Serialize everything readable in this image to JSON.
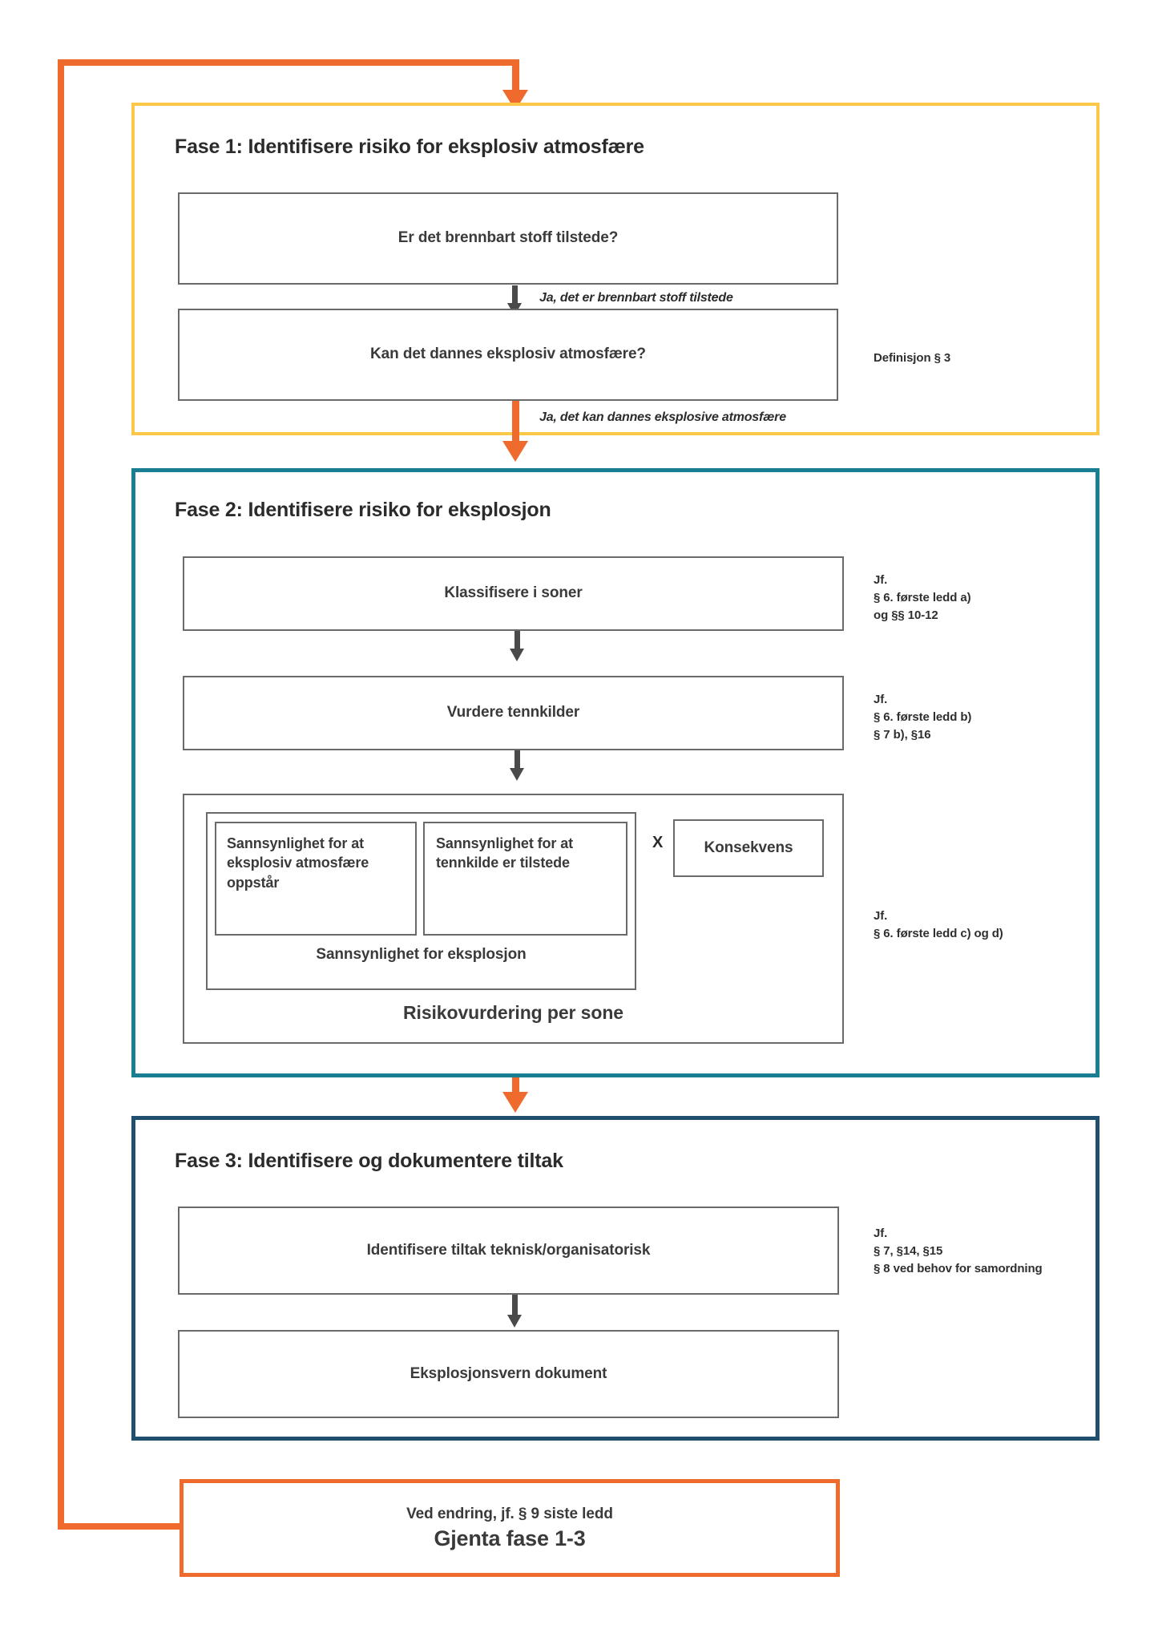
{
  "diagram": {
    "title": "Eksplosjonsvern risikovurdering - fasediagram",
    "colors": {
      "phase1_border": "#FBC84A",
      "phase2_border": "#1A7E92",
      "phase3_border": "#1F4E6E",
      "loop_accent": "#EE6B2D",
      "box_border": "#6A6A6A",
      "arrow_dark": "#4A4A4A",
      "text": "#3A3A3A",
      "background": "#FFFFFF"
    }
  },
  "phase1": {
    "title": "Fase 1: Identifisere risiko for eksplosiv atmosfære",
    "boxes": [
      {
        "label": "Er det brennbart stoff tilstede?"
      },
      {
        "label": "Kan det dannes eksplosiv atmosfære?"
      }
    ],
    "edge_labels": [
      "Ja, det er brennbart stoff tilstede",
      "Ja, det kan dannes eksplosive atmosfære"
    ],
    "reference": "Definisjon § 3"
  },
  "phase2": {
    "title": "Fase 2: Identifisere risiko for eksplosjon",
    "boxes": [
      {
        "label": "Klassifisere i soner"
      },
      {
        "label": "Vurdere tennkilder"
      }
    ],
    "references": [
      "Jf.\n§ 6. første ledd a)\nog  §§ 10-12",
      "Jf.\n§ 6. første ledd b)\n§ 7 b), §16",
      "Jf.\n§ 6. første ledd c) og d)"
    ],
    "risk_group": {
      "outer_label": "Risikovurdering per sone",
      "probability_label": "Sannsynlighet for eksplosjon",
      "factor_a": "Sannsynlighet for at eksplosiv atmosfære oppstår",
      "factor_b": "Sannsynlighet for at tennkilde er tilstede",
      "operator": "X",
      "consequence": "Konsekvens"
    }
  },
  "phase3": {
    "title": "Fase 3: Identifisere og dokumentere tiltak",
    "boxes": [
      {
        "label": "Identifisere tiltak teknisk/organisatorisk"
      },
      {
        "label": "Eksplosjonsvern dokument"
      }
    ],
    "reference": "Jf.\n§ 7, §14, §15\n§ 8 ved behov for samordning"
  },
  "loop": {
    "line1": "Ved endring, jf. § 9 siste ledd",
    "line2": "Gjenta fase 1-3"
  }
}
